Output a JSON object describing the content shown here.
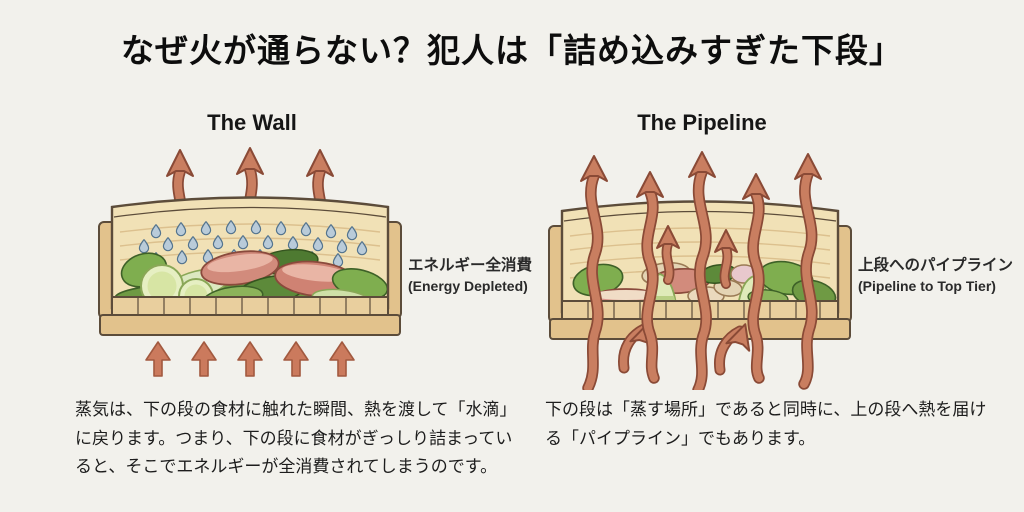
{
  "title": "なぜ火が通らない？犯人は「詰め込みすぎた下段」",
  "panels": [
    {
      "id": "wall",
      "heading": "The Wall",
      "label_jp": "エネルギー全消費",
      "label_en": "(Energy Depleted)",
      "description": "蒸気は、下の段の食材に触れた瞬間、熱を渡して「水滴」に戻ります。つまり、下の段に食材がぎっしり詰まっていると、そこでエネルギーが全消費されてしまうのです。"
    },
    {
      "id": "pipeline",
      "heading": "The Pipeline",
      "label_jp": "上段へのパイプライン",
      "label_en": "(Pipeline to Top Tier)",
      "description": "下の段は「蒸す場所」であると同時に、上の段へ熱を届ける「パイプライン」でもあります。"
    }
  ],
  "colors": {
    "background": "#f2f1ec",
    "title_text": "#0d0d0d",
    "body_text": "#1d1d1d",
    "steam_arrow_fill": "#c97e60",
    "steam_arrow_outline": "#8a4a36",
    "wood_wall": "#f1e1b6",
    "wood_band": "#e4c48f",
    "wood_slat": "#e9cf9e",
    "wood_outline": "#5c4c3a",
    "droplet_fill": "#b9cbd9",
    "droplet_outline": "#54748e",
    "leaf_green": "#7fae4f",
    "leaf_dark": "#4e7a31",
    "meat_pink": "#d28b7c",
    "cucumber_pale": "#e6efc2"
  }
}
